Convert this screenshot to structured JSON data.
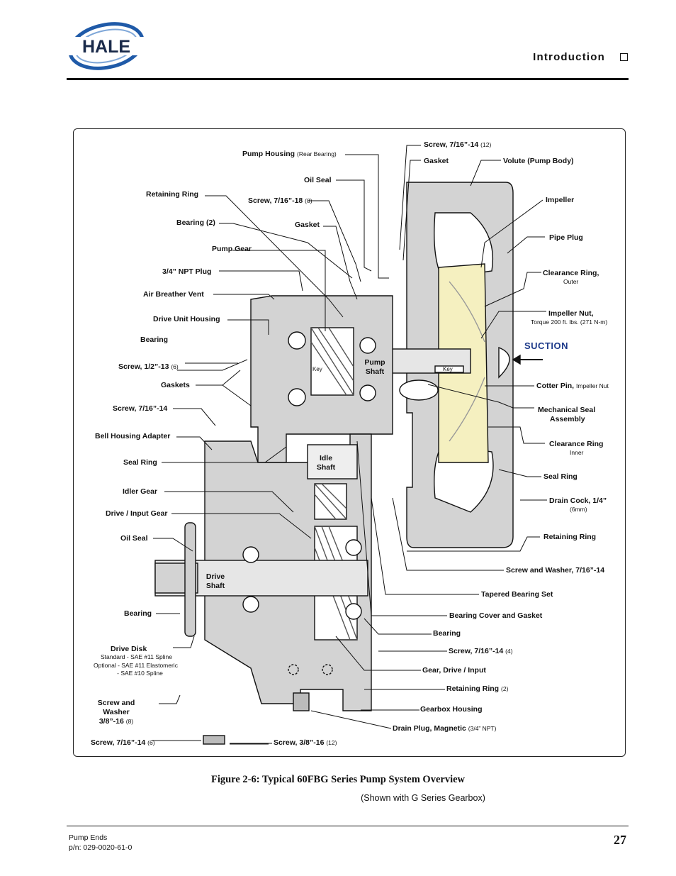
{
  "header": {
    "logo_text": "HALE",
    "section": "Introduction"
  },
  "figure": {
    "labels_left": [
      {
        "text": "Pump Housing",
        "sub": "(Rear Bearing)"
      },
      {
        "text": "Oil Seal",
        "sub": ""
      },
      {
        "text": "Retaining Ring",
        "sub": ""
      },
      {
        "text": "Screw, 7/16”-18",
        "sub": "(8)"
      },
      {
        "text": "Bearing (2)",
        "sub": ""
      },
      {
        "text": "Gasket",
        "sub": ""
      },
      {
        "text": "Pump Gear",
        "sub": ""
      },
      {
        "text": "3/4” NPT Plug",
        "sub": ""
      },
      {
        "text": "Air Breather Vent",
        "sub": ""
      },
      {
        "text": "Drive Unit Housing",
        "sub": ""
      },
      {
        "text": "Bearing",
        "sub": ""
      },
      {
        "text": "Screw, 1/2”-13",
        "sub": "(6)"
      },
      {
        "text": "Gaskets",
        "sub": ""
      },
      {
        "text": "Screw, 7/16”-14",
        "sub": ""
      },
      {
        "text": "Bell Housing Adapter",
        "sub": ""
      },
      {
        "text": "Seal Ring",
        "sub": ""
      },
      {
        "text": "Idler Gear",
        "sub": ""
      },
      {
        "text": "Drive / Input Gear",
        "sub": ""
      },
      {
        "text": "Oil Seal",
        "sub": ""
      },
      {
        "text": "Bearing",
        "sub": ""
      },
      {
        "text": "Drive Disk",
        "sub": ""
      },
      {
        "text": "Screw, 7/16”-14",
        "sub": "(6)"
      }
    ],
    "drive_disk_notes": [
      "Standard - SAE #11 Spline",
      "Optional - SAE #11 Elastomeric",
      "- SAE #10 Spline"
    ],
    "screw_washer": [
      "Screw and",
      "Washer",
      "3/8”-16"
    ],
    "screw_washer_sub": "(8)",
    "labels_right": [
      {
        "text": "Screw, 7/16”-14",
        "sub": "(12)"
      },
      {
        "text": "Gasket",
        "sub": ""
      },
      {
        "text": "Volute (Pump Body)",
        "sub": ""
      },
      {
        "text": "Impeller",
        "sub": ""
      },
      {
        "text": "Pipe Plug",
        "sub": ""
      },
      {
        "text": "Clearance Ring,",
        "sub": ""
      },
      {
        "text": "Impeller Nut,",
        "sub": ""
      },
      {
        "text": "Cotter Pin,",
        "sub": "Impeller Nut"
      },
      {
        "text": "Mechanical Seal",
        "sub": ""
      },
      {
        "text": "Assembly",
        "sub": ""
      },
      {
        "text": "Clearance Ring",
        "sub": ""
      },
      {
        "text": "Seal Ring",
        "sub": ""
      },
      {
        "text": "Drain Cock, 1/4”",
        "sub": ""
      },
      {
        "text": "Retaining Ring",
        "sub": ""
      },
      {
        "text": "Screw and Washer, 7/16”-14",
        "sub": ""
      },
      {
        "text": "Tapered Bearing Set",
        "sub": ""
      },
      {
        "text": "Bearing Cover and Gasket",
        "sub": ""
      },
      {
        "text": "Bearing",
        "sub": ""
      },
      {
        "text": "Screw, 7/16”-14",
        "sub": "(4)"
      },
      {
        "text": "Gear, Drive / Input",
        "sub": ""
      },
      {
        "text": "Retaining Ring",
        "sub": "(2)"
      },
      {
        "text": "Gearbox Housing",
        "sub": ""
      },
      {
        "text": "Drain Plug, Magnetic",
        "sub": "(3/4” NPT)"
      },
      {
        "text": "Screw, 3/8”-16",
        "sub": "(12)"
      }
    ],
    "notes_right": {
      "clearance_outer": "Outer",
      "impeller_nut_torque": "Torque 200 ft. lbs. (271 N-m)",
      "clearance_inner": "Inner",
      "drain_cock_mm": "(6mm)"
    },
    "suction": "SUCTION",
    "inner": {
      "pump_shaft": "Pump Shaft",
      "idle_shaft": "Idle Shaft",
      "drive_shaft": "Drive Shaft",
      "key": "Key"
    }
  },
  "caption": {
    "title": "Figure 2-6: Typical 60FBG Series Pump System Overview",
    "subtitle": "(Shown with G Series Gearbox)"
  },
  "footer": {
    "line1": "Pump Ends",
    "line2": "p/n: 029-0020-61-0",
    "page": "27"
  },
  "colors": {
    "logo_blue": "#1f5aa8",
    "housing_gray": "#d3d3d3",
    "impeller_yellow": "#f5f0c0",
    "suction_blue": "#1d3a8a"
  }
}
